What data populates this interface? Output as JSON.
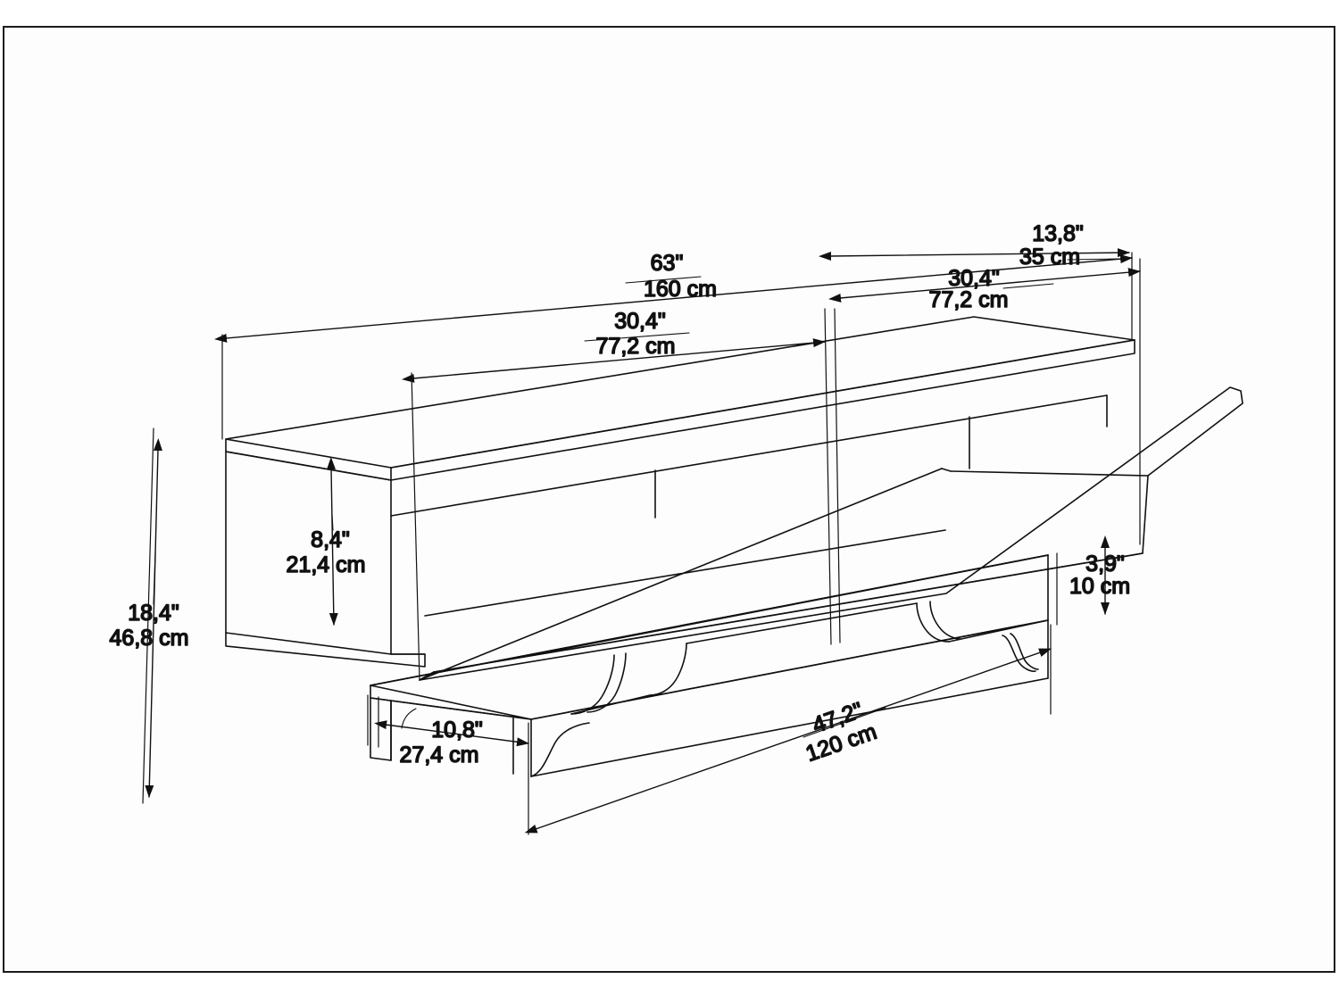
{
  "document": {
    "type": "technical-dimension-drawing",
    "subject": "TV stand / media console isometric line drawing",
    "border_color": "#1b1b1b",
    "line_color": "#111111",
    "background_color": "#ffffff"
  },
  "dimensions": {
    "overall_width": {
      "imperial": "63\"",
      "metric": "160 cm"
    },
    "left_section_width": {
      "imperial": "30,4\"",
      "metric": "77,2 cm"
    },
    "right_section_width": {
      "imperial": "30,4\"",
      "metric": "77,2 cm"
    },
    "right_end_width": {
      "imperial": "13,8\"",
      "metric": "35 cm"
    },
    "cabinet_body_height": {
      "imperial": "8,4\"",
      "metric": "21,4 cm"
    },
    "overall_height": {
      "imperial": "18,4\"",
      "metric": "46,8 cm"
    },
    "base_height": {
      "imperial": "3,9\"",
      "metric": "10 cm"
    },
    "depth": {
      "imperial": "10,8\"",
      "metric": "27,4 cm"
    },
    "base_width": {
      "imperial": "47,2\"",
      "metric": "120 cm"
    }
  },
  "labels": {
    "overall_width_in": "63\"",
    "overall_width_cm": "160 cm",
    "left_section_in": "30,4\"",
    "left_section_cm": "77,2 cm",
    "right_section_in": "30,4\"",
    "right_section_cm": "77,2 cm",
    "right_end_in": "13,8\"",
    "right_end_cm": "35 cm",
    "body_height_in": "8,4\"",
    "body_height_cm": "21,4 cm",
    "overall_height_in": "18,4\"",
    "overall_height_cm": "46,8 cm",
    "base_height_in": "3,9\"",
    "base_height_cm": "10 cm",
    "depth_in": "10,8\"",
    "depth_cm": "27,4 cm",
    "base_width_in": "47,2\"",
    "base_width_cm": "120 cm"
  }
}
